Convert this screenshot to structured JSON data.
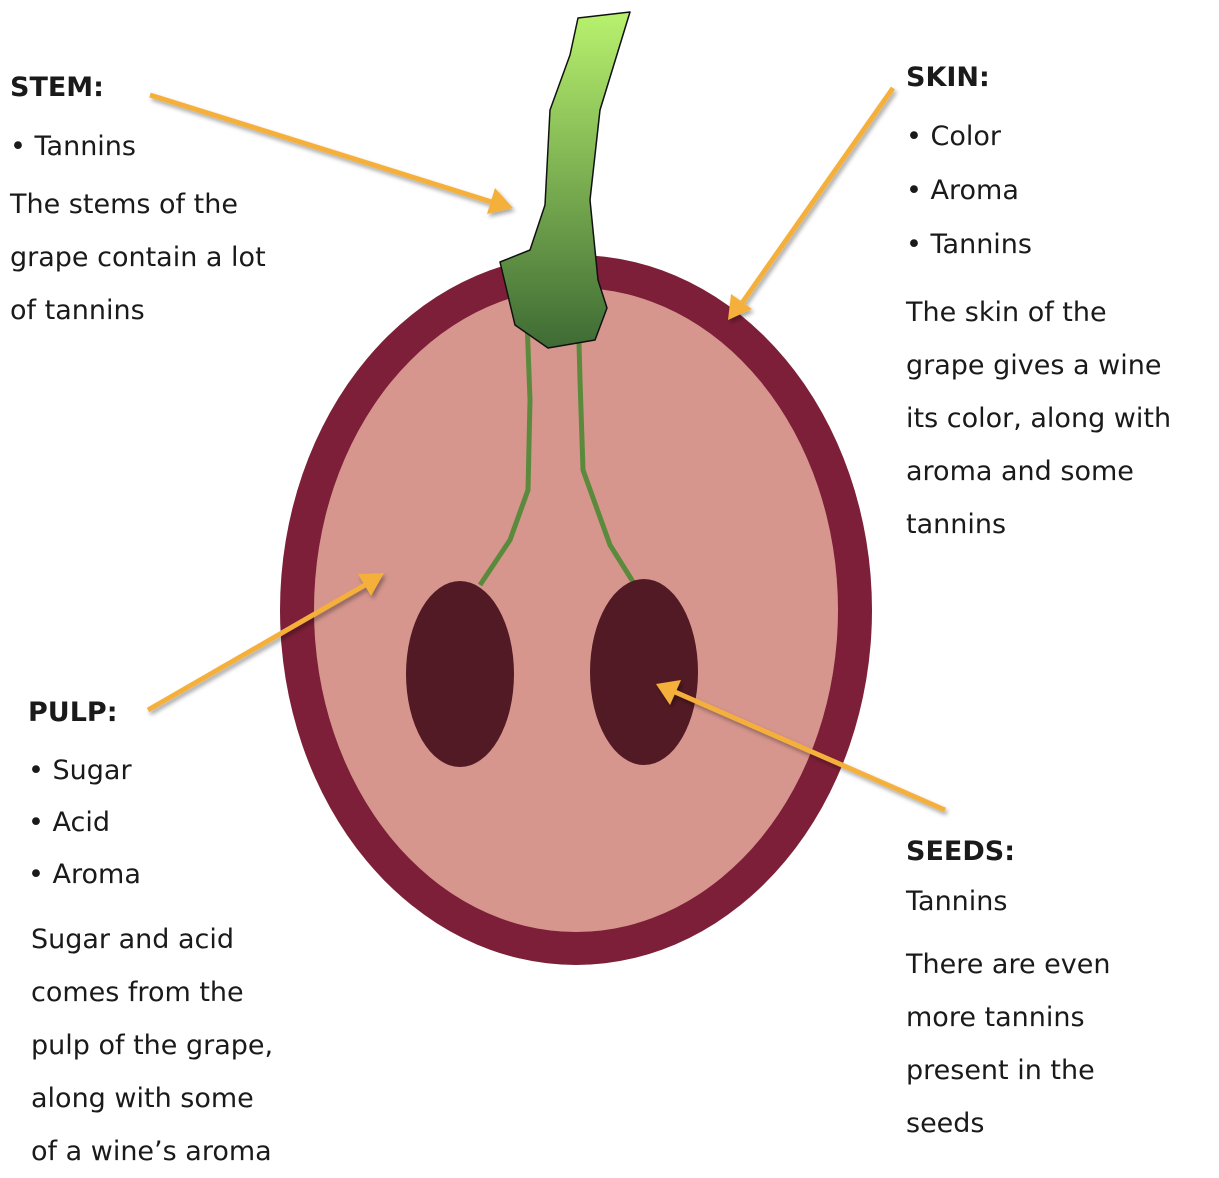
{
  "stem": {
    "heading": "STEM:",
    "bullets": [
      "Tannins"
    ],
    "desc": [
      "The stems of the",
      "grape contain a lot",
      "of tannins"
    ]
  },
  "skin": {
    "heading": "SKIN:",
    "bullets": [
      "Color",
      "Aroma",
      "Tannins"
    ],
    "desc": [
      "The skin of the",
      "grape gives a wine",
      "its color, along with",
      "aroma and some",
      "tannins"
    ]
  },
  "pulp": {
    "heading": "PULP:",
    "bullets": [
      "Sugar",
      "Acid",
      "Aroma"
    ],
    "desc": [
      "Sugar and acid",
      "comes from the",
      "pulp of the grape,",
      "along with some",
      "of a wine’s aroma"
    ]
  },
  "seeds": {
    "heading": "SEEDS:",
    "subtitle": "Tannins",
    "desc": [
      "There are even",
      "more tannins",
      "present in the",
      "seeds"
    ]
  },
  "colors": {
    "skin": "#7d1f38",
    "pulp": "#d6968e",
    "seed": "#521a24",
    "vein": "#5c8a3c",
    "stem_top": "#b8f26e",
    "stem_bottom": "#3e6b34",
    "arrow": "#f5b03a"
  }
}
